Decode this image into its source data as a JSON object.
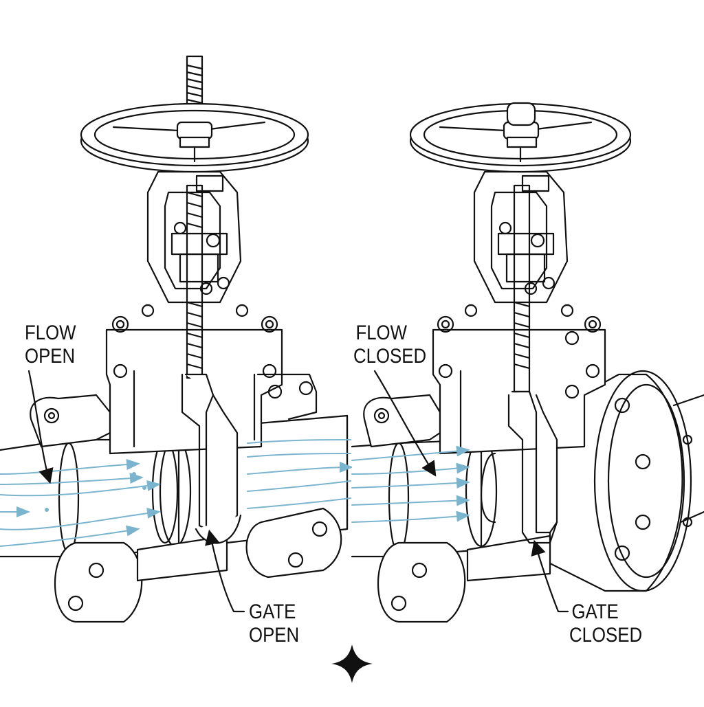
{
  "labels": {
    "left_flow": {
      "line1": "FLOW",
      "line2": "OPEN"
    },
    "left_gate": {
      "line1": "GATE",
      "line2": "OPEN"
    },
    "right_flow": {
      "line1": "FLOW",
      "line2": "CLOSED"
    },
    "right_gate": {
      "line1": "GATE",
      "line2": "CLOSED"
    }
  },
  "colors": {
    "ink": "#111111",
    "flow": "#7ab4cf",
    "background": "#ffffff"
  },
  "icons": {
    "watermark": "four-point-star-icon"
  }
}
